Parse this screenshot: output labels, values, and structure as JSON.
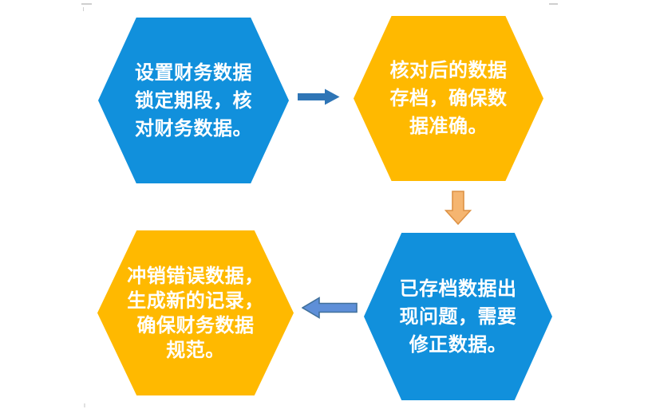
{
  "diagram": {
    "type": "process-flow",
    "shape_style": "hexagon",
    "steps": [
      {
        "order": 1,
        "shape": "hexagon",
        "fill": "#1190DC",
        "text_color": "#FFFFFF",
        "text": "设置财务数据\n锁定期段，核\n对财务数据。"
      },
      {
        "order": 2,
        "shape": "hexagon",
        "fill": "#FFB900",
        "text_color": "#FFFFFF",
        "text": "核对后的数据\n存档，确保数\n据准确。"
      },
      {
        "order": 3,
        "shape": "hexagon",
        "fill": "#1190DC",
        "text_color": "#FFFFFF",
        "text": "已存档数据出\n现问题，需要\n修正数据。"
      },
      {
        "order": 4,
        "shape": "hexagon",
        "fill": "#FFB900",
        "text_color": "#FFFFFF",
        "text": "冲销错误数据，\n生成新的记录，\n确保财务数据\n规范。"
      }
    ],
    "arrows": [
      {
        "direction": "right",
        "style": "solid",
        "fill": "#2E75B6",
        "stroke": "none",
        "connects": "step-1 to step-2"
      },
      {
        "direction": "down",
        "style": "outlined",
        "fill": "#F5B570",
        "stroke": "#DD9245",
        "connects": "step-2 to step-3"
      },
      {
        "direction": "left",
        "style": "outlined",
        "fill": "#5E8FD8",
        "stroke": "#41719C",
        "connects": "step-3 to step-4"
      }
    ]
  },
  "colors": {
    "background": "#FFFFFF",
    "hexagon_blue": "#1190DC",
    "hexagon_gold": "#FFB900",
    "label_text": "#FFFFFF",
    "arrow_solid_blue": "#2E75B6",
    "arrow_down_fill": "#F5B570",
    "arrow_down_stroke": "#DD9245",
    "arrow_left_fill": "#5E8FD8",
    "arrow_left_stroke": "#41719C"
  }
}
